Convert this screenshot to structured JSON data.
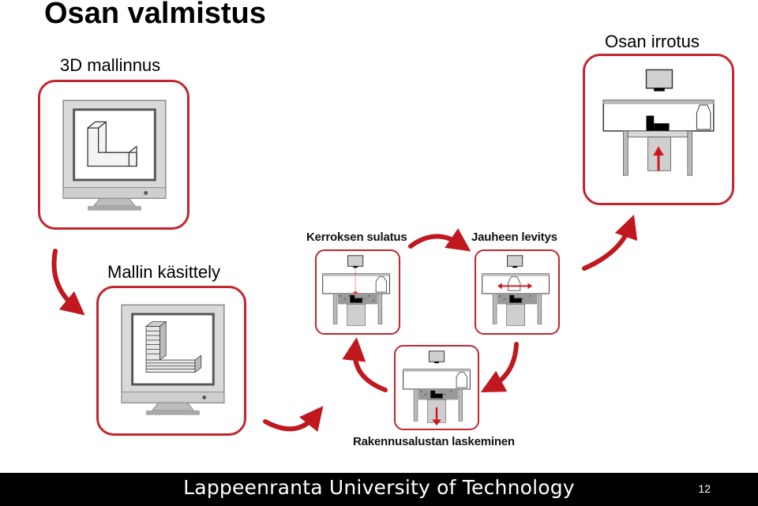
{
  "title": "Osan valmistus",
  "steps": {
    "modeling": "3D mallinnus",
    "processing": "Mallin käsittely",
    "removal": "Osan irrotus"
  },
  "cycle": {
    "melting": "Kerroksen sulatus",
    "spreading": "Jauheen levitys",
    "lowering": "Rakennusalustan laskeminen"
  },
  "footer": {
    "university": "Lappeenranta University of Technology",
    "page": "12"
  },
  "colors": {
    "accent": "#c1272d",
    "arrow": "#c0181f",
    "footer": "#000000"
  }
}
